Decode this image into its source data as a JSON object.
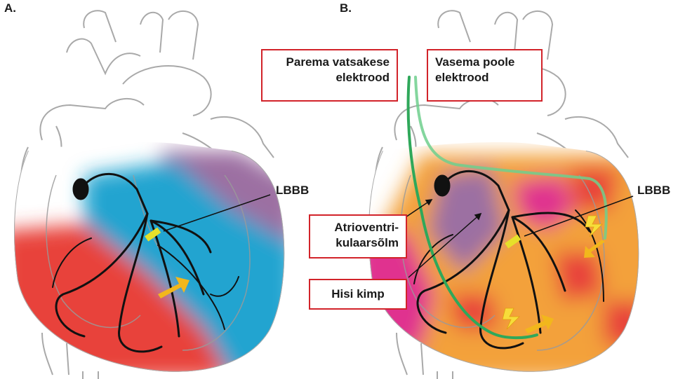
{
  "panels": {
    "a": {
      "letter": "A."
    },
    "b": {
      "letter": "B."
    }
  },
  "labels": {
    "lbbb_a": "LBBB",
    "lbbb_b": "LBBB",
    "right_ventricle_electrode": [
      "Parema vatsakese",
      "elektrood"
    ],
    "left_side_electrode": [
      "Vasema poole",
      "elektrood"
    ],
    "av_node": [
      "Atrioventri-",
      "kulaarsõlm"
    ],
    "his_bundle": "Hisi kimp"
  },
  "colors": {
    "outline": "#a9a9a9",
    "conduction": "#111111",
    "activation_early_red": "#e8423a",
    "activation_blue": "#22a4d0",
    "activation_purple": "#9c6fa2",
    "activation_orange": "#f3a13a",
    "activation_magenta": "#e0338f",
    "lbbb_block": "#e6e02a",
    "arrow": "#f2b71c",
    "electrode": "#2fa85a",
    "callout_border": "#d2232a"
  }
}
